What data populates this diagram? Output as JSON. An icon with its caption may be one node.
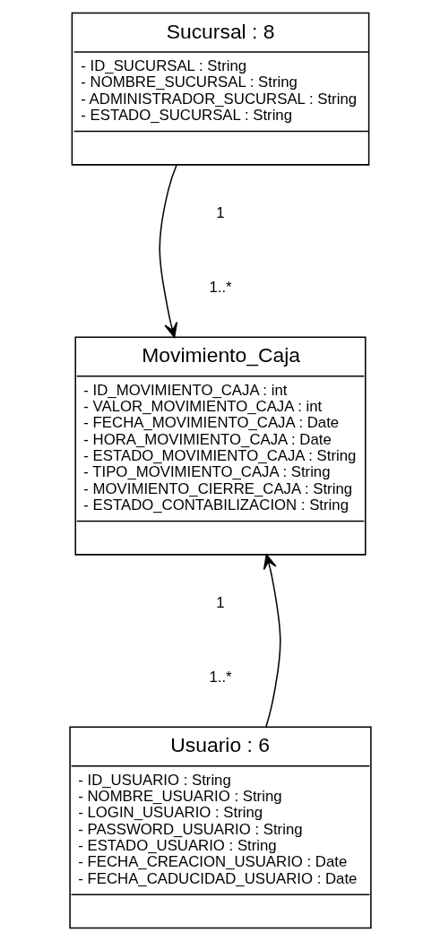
{
  "diagram": {
    "nodes": [
      {
        "text": [
          "Sucursal : 8",
          "- ID_SUCURSAL : String",
          "- NOMBRE_SUCURSAL : String",
          "- ADMINISTRADOR_SUCURSAL : String",
          "- ESTADO_SUCURSAL : String"
        ]
      },
      {
        "text": [
          "Movimiento_Caja",
          "- ID_MOVIMIENTO_CAJA : int",
          "- VALOR_MOVIMIENTO_CAJA : int",
          "- FECHA_MOVIMIENTO_CAJA : Date",
          "- HORA_MOVIMIENTO_CAJA : Date",
          "- ESTADO_MOVIMIENTO_CAJA : String",
          "- TIPO_MOVIMIENTO_CAJA : String",
          "- MOVIMIENTO_CIERRE_CAJA : String",
          "- ESTADO_CONTABILIZACION : String"
        ]
      },
      {
        "text": [
          "Usuario : 6",
          "- ID_USUARIO : String",
          "- NOMBRE_USUARIO : String",
          "- LOGIN_USUARIO : String",
          "- PASSWORD_USUARIO : String",
          "- ESTADO_USUARIO : String",
          "- FECHA_CREACION_USUARIO : Date",
          "- FECHA_CADUCIDAD_USUARIO : Date"
        ]
      }
    ],
    "edges": [
      {
        "from": 0,
        "to": 1,
        "arrow": "to"
      },
      {
        "from": 2,
        "to": 1,
        "arrow": "to"
      }
    ],
    "labels": [
      "1",
      "1..*",
      "1..*",
      "1"
    ]
  }
}
